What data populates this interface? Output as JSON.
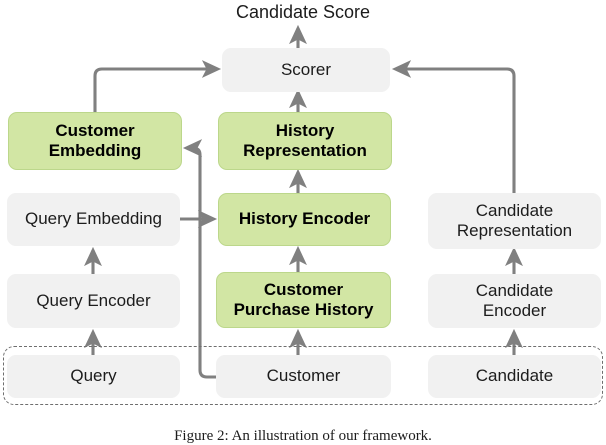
{
  "figure": {
    "type": "flowchart",
    "output_label": "Candidate Score",
    "caption": "Figure 2: An illustration of our framework.",
    "colors": {
      "highlight_fill": "#d2e6a4",
      "highlight_border": "#bcd78b",
      "neutral_fill": "#f1f1f1",
      "arrow": "#808080",
      "dashed_border": "#6e6e6e",
      "text": "#1c1c1c"
    },
    "nodes": {
      "candidate_score": "Candidate Score",
      "scorer": "Scorer",
      "customer_embedding": "Customer\nEmbedding",
      "history_representation": "History\nRepresentation",
      "query_embedding": "Query Embedding",
      "history_encoder": "History Encoder",
      "candidate_representation": "Candidate\nRepresentation",
      "query_encoder": "Query Encoder",
      "customer_purchase_history": "Customer\nPurchase History",
      "candidate_encoder": "Candidate\nEncoder",
      "query_input": "Query",
      "customer_input": "Customer",
      "candidate_input": "Candidate"
    },
    "edges": [
      {
        "from": "scorer",
        "to": "candidate_score"
      },
      {
        "from": "customer_embedding",
        "to": "scorer"
      },
      {
        "from": "history_representation",
        "to": "scorer"
      },
      {
        "from": "candidate_representation",
        "to": "scorer"
      },
      {
        "from": "history_encoder",
        "to": "history_representation"
      },
      {
        "from": "query_embedding",
        "to": "history_encoder"
      },
      {
        "from": "customer_purchase_history",
        "to": "history_encoder"
      },
      {
        "from": "query_encoder",
        "to": "query_embedding"
      },
      {
        "from": "candidate_encoder",
        "to": "candidate_representation"
      },
      {
        "from": "query_input",
        "to": "query_encoder"
      },
      {
        "from": "customer_input",
        "to": "customer_purchase_history"
      },
      {
        "from": "customer_input",
        "to": "customer_embedding"
      },
      {
        "from": "candidate_input",
        "to": "candidate_encoder"
      }
    ],
    "input_group": [
      "Query",
      "Customer",
      "Candidate"
    ]
  }
}
